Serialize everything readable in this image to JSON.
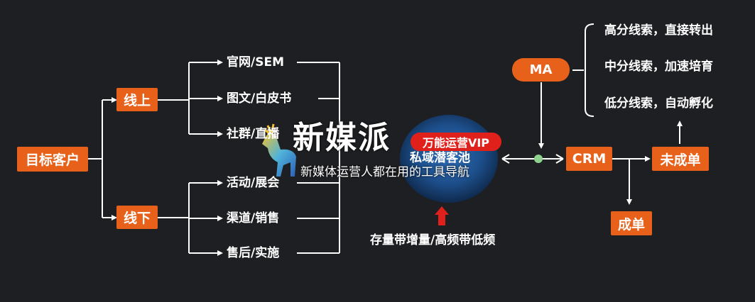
{
  "nodes": {
    "target": "目标客户",
    "online": "线上",
    "offline": "线下",
    "pool": "私域潜客池",
    "ma": "MA",
    "crm": "CRM",
    "not_closed": "未成单",
    "closed": "成单"
  },
  "online_channels": [
    "官网/SEM",
    "图文/白皮书",
    "社群/直播"
  ],
  "offline_channels": [
    "活动/展会",
    "渠道/销售",
    "售后/实施"
  ],
  "ma_outcomes": [
    "高分线索，直接转出",
    "中分线索，加速培育",
    "低分线索，自动孵化"
  ],
  "pool_note": "存量带增量/高频带低频",
  "watermark": {
    "title": "新媒派",
    "badge": "万能运营VIP",
    "subtitle": "新媒体运营人都在用的工具导航"
  },
  "colors": {
    "background": "#1e1f22",
    "box": "#e8611a",
    "arrow": "#ffffff",
    "up_arrow": "#e0201b",
    "pool": "#1d4f8c"
  }
}
